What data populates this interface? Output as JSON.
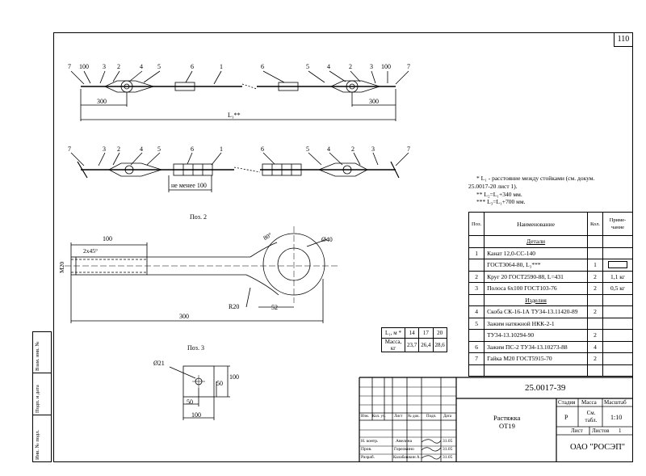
{
  "page_number": "110",
  "drawing": {
    "labels_top": [
      "7",
      "100",
      "3",
      "2",
      "4",
      "5",
      "6",
      "1",
      "6",
      "5",
      "4",
      "2",
      "3",
      "100",
      "7"
    ],
    "labels_mid": [
      "7",
      "3",
      "2",
      "4",
      "5",
      "6",
      "1",
      "6",
      "5",
      "4",
      "2",
      "3",
      "7"
    ],
    "dim_300": "300",
    "dim_L": "L₁**",
    "dim_min": "не менее 100",
    "pos2_title": "Поз. 2",
    "pos2_100": "100",
    "pos2_chamfer": "2x45°",
    "pos2_m20": "M20",
    "pos2_80": "80°",
    "pos2_d40": "Ø40",
    "pos2_r20": "R20",
    "pos2_52": "52",
    "pos2_300": "300",
    "pos3_title": "Поз. 3",
    "pos3_d21": "Ø21",
    "pos3_50a": "50",
    "pos3_100a": "100",
    "pos3_50b": "50",
    "pos3_100b": "100"
  },
  "notes": {
    "line1": "* L₁ - расстояние между стойками (см. докум.",
    "line2": "25.0017-20 лист 1).",
    "line3": "** L₂=L₁+340 мм.",
    "line4": "*** L₃=L₁+700 мм."
  },
  "spec": {
    "h_pos": "Поз.",
    "h_name": "Наименование",
    "h_qty": "Кол.",
    "h_note": "Приме-чание",
    "section1": "Детали",
    "r1a": "Канат 12,0-СС-140",
    "r1b": "ГОСТ3064-80, L₃***",
    "r2": "Круг 20 ГОСТ2590-88, L=431",
    "r2note": "1,1 кг",
    "r3": "Полоса 6х100 ГОСТ103-76",
    "r3note": "0,5 кг",
    "section2": "Изделия",
    "r4": "Скоба СК-16-1А ТУ34-13.11420-89",
    "r5a": "Зажим натяжной НКК-2-1",
    "r5b": "ТУ34-13.10294-90",
    "r6": "Зажим ПС-2 ТУ34-13.10273-88",
    "r7": "Гайка М20 ГОСТ5915-70",
    "p1": "1",
    "p2": "2",
    "p3": "3",
    "p4": "4",
    "p5": "5",
    "p6": "6",
    "p7": "7",
    "q1": "1",
    "q2": "2",
    "q3": "2",
    "q4": "2",
    "q5": "2",
    "q6": "4",
    "q7": "2"
  },
  "mass_table": {
    "h1": "L₁, м *",
    "h2": "14",
    "h3": "17",
    "h4": "20",
    "r1": "Масса, кг",
    "v1": "23,7",
    "v2": "26,4",
    "v3": "28,6"
  },
  "sidestrip": {
    "c1": "Инв. № подл.",
    "c2": "Подп. и дата",
    "c3": "Взам. инв. №"
  },
  "titleblock": {
    "code": "25.0017-39",
    "h_izm": "Изм.",
    "h_kol": "Кол. уч.",
    "h_list": "Лист",
    "h_doc": "№ док.",
    "h_podp": "Подп.",
    "h_date": "Дата",
    "r_nk": "Н. контр.",
    "r_pr": "Пров.",
    "r_raz": "Разраб.",
    "n1": "Авелина",
    "n2": "Горелкино",
    "n3": "Калабашкин А.",
    "d1": "31.05",
    "d2": "31.05",
    "d3": "31.05",
    "title1": "Растяжка",
    "title2": "ОТ19",
    "stage_h": "Стадия",
    "mass_h": "Масса",
    "scale_h": "Масштаб",
    "stage": "Р",
    "mass": "См. табл.",
    "scale": "1:10",
    "sheet_h": "Лист",
    "sheets_h": "Листов",
    "sheets": "1",
    "org": "ОАО \"РОСЭП\""
  }
}
